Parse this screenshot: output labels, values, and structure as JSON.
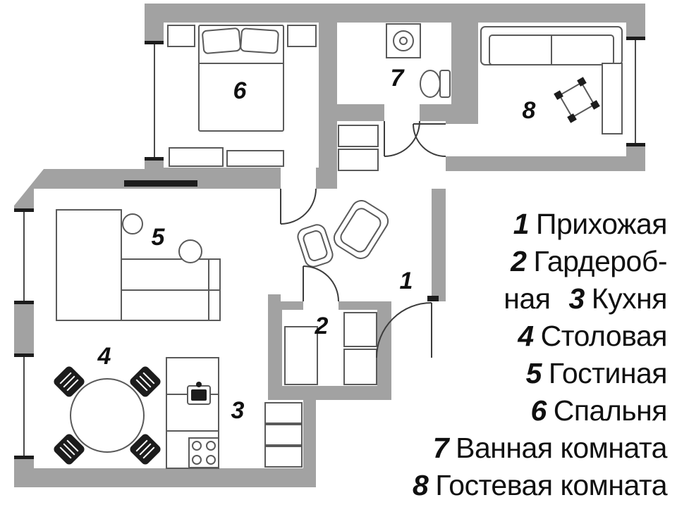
{
  "colors": {
    "wall": "#a2a2a2",
    "line": "#5a5a5a",
    "door": "#3c3c3c",
    "dark": "#1c1c1c",
    "glass": "#4a4a4a",
    "text": "#101010"
  },
  "plan": {
    "room_numbers": [
      "1",
      "2",
      "3",
      "4",
      "5",
      "6",
      "7",
      "8"
    ]
  },
  "legend": {
    "lines": [
      {
        "num": "1",
        "label": "Прихожая"
      },
      {
        "num": "2",
        "label": "Гардероб-"
      },
      {
        "pre": "ная",
        "num": "3",
        "label": "Кухня"
      },
      {
        "num": "4",
        "label": "Столовая"
      },
      {
        "num": "5",
        "label": "Гостиная"
      },
      {
        "num": "6",
        "label": "Спальня"
      },
      {
        "num": "7",
        "label": "Ванная комната"
      },
      {
        "num": "8",
        "label": "Гостевая комната"
      }
    ]
  }
}
